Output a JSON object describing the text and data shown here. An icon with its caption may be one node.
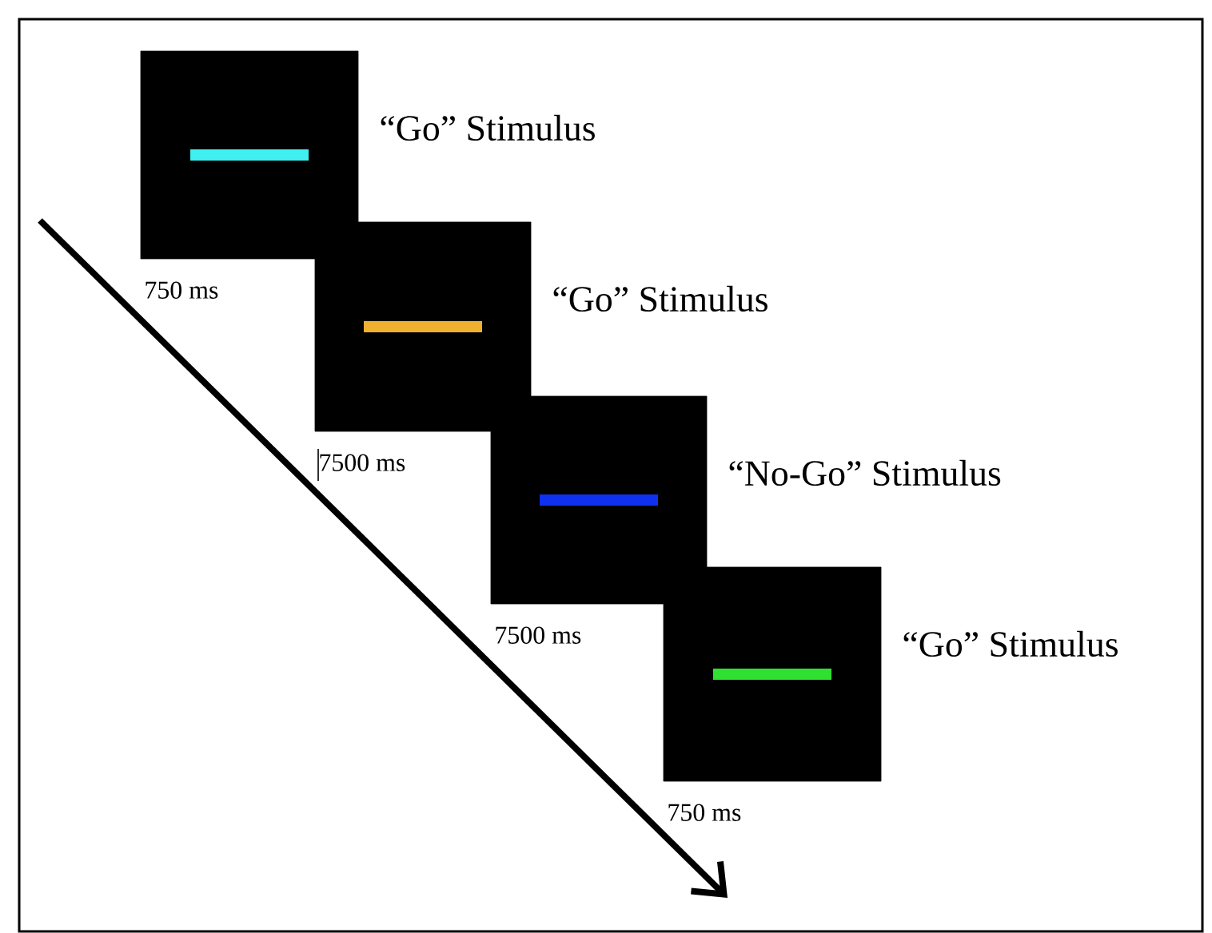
{
  "diagram": {
    "nodes": [
      {
        "text": [],
        "shape": "box",
        "beside": [
          "“Go” Stimulus",
          "750 ms"
        ]
      },
      {
        "text": [],
        "shape": "box",
        "beside": [
          "“Go” Stimulus",
          "7500 ms"
        ]
      },
      {
        "text": [],
        "shape": "box",
        "beside": [
          "“No-Go” Stimulus",
          "7500 ms"
        ]
      },
      {
        "text": [],
        "shape": "box",
        "beside": [
          "“Go” Stimulus",
          "750 ms"
        ]
      }
    ]
  }
}
